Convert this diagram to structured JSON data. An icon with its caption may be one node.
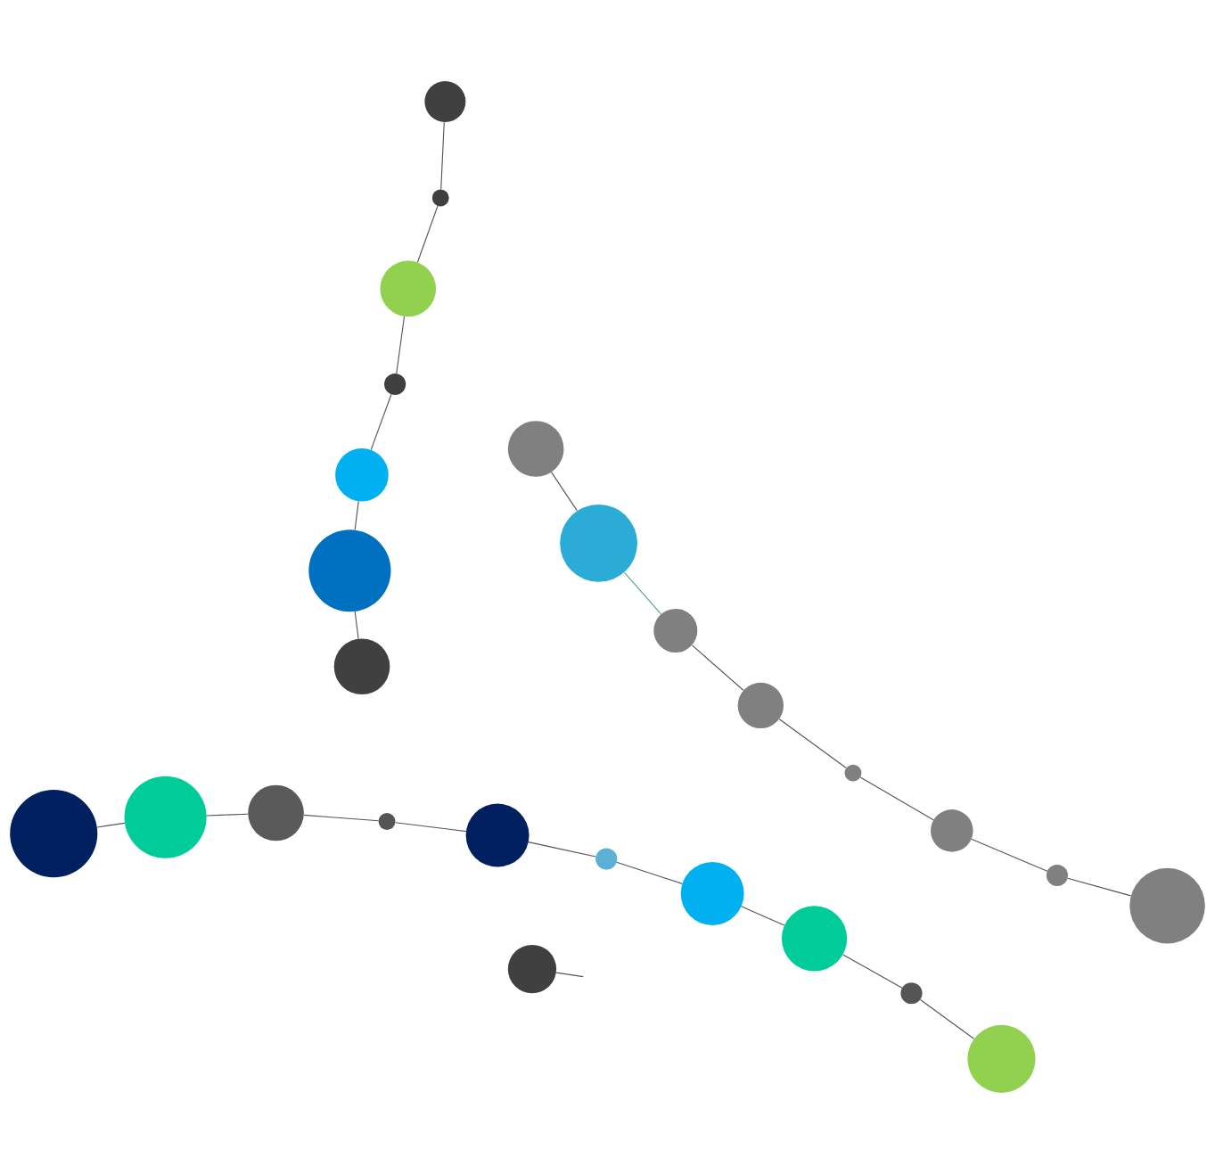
{
  "diagram": {
    "nodes": [
      {
        "text": [],
        "shape": "circle"
      },
      {
        "text": [],
        "shape": "circle"
      },
      {
        "text": [],
        "shape": "circle"
      },
      {
        "text": [],
        "shape": "circle"
      },
      {
        "text": [],
        "shape": "circle"
      },
      {
        "text": [],
        "shape": "circle"
      },
      {
        "text": [],
        "shape": "circle"
      },
      {
        "text": [],
        "shape": "circle"
      },
      {
        "text": [],
        "shape": "circle"
      },
      {
        "text": [],
        "shape": "circle"
      },
      {
        "text": [],
        "shape": "circle"
      },
      {
        "text": [],
        "shape": "circle"
      },
      {
        "text": [],
        "shape": "circle"
      },
      {
        "text": [],
        "shape": "circle"
      },
      {
        "text": [],
        "shape": "circle"
      },
      {
        "text": [],
        "shape": "circle"
      },
      {
        "text": [],
        "shape": "circle"
      },
      {
        "text": [],
        "shape": "circle"
      },
      {
        "text": [],
        "shape": "circle"
      },
      {
        "text": [],
        "shape": "circle"
      },
      {
        "text": [],
        "shape": "circle"
      },
      {
        "text": [],
        "shape": "circle"
      },
      {
        "text": [],
        "shape": "circle"
      },
      {
        "text": [],
        "shape": "circle"
      },
      {
        "text": [],
        "shape": "circle"
      },
      {
        "text": [],
        "shape": "circle"
      }
    ],
    "edges": [
      {
        "from": 0,
        "to": 2,
        "arrow": "none"
      },
      {
        "from": 0,
        "to": 4,
        "arrow": "none",
        "color": "#4aa89a"
      },
      {
        "from": 4,
        "to": 12,
        "arrow": "none"
      },
      {
        "from": 3,
        "to": 11,
        "arrow": "none"
      },
      {
        "from": 3,
        "to": 6,
        "arrow": "none"
      },
      {
        "from": 6,
        "to": 8,
        "arrow": "none"
      },
      {
        "from": 8,
        "to": 1,
        "arrow": "none"
      },
      {
        "from": 1,
        "to": 15,
        "arrow": "none"
      },
      {
        "from": 5,
        "to": 9,
        "arrow": "none"
      },
      {
        "from": 9,
        "to": 18,
        "arrow": "none"
      },
      {
        "from": 5,
        "to": 19,
        "arrow": "none"
      },
      {
        "from": 19,
        "to": 20,
        "arrow": "none"
      },
      {
        "from": 20,
        "to": 25,
        "arrow": "none"
      },
      {
        "from": 7,
        "to": null,
        "arrow": "none"
      },
      {
        "from": 14,
        "to": 25,
        "arrow": "none"
      },
      {
        "from": 10,
        "to": 11,
        "arrow": "none"
      },
      {
        "from": 10,
        "to": 24,
        "arrow": "none"
      },
      {
        "from": 24,
        "to": 22,
        "arrow": "none"
      },
      {
        "from": 22,
        "to": 23,
        "arrow": "none"
      },
      {
        "from": 12,
        "to": 13,
        "arrow": "none"
      },
      {
        "from": 13,
        "to": 17,
        "arrow": "none"
      },
      {
        "from": 17,
        "to": 21,
        "arrow": "none"
      },
      {
        "from": 21,
        "to": 16,
        "arrow": "none"
      }
    ]
  }
}
